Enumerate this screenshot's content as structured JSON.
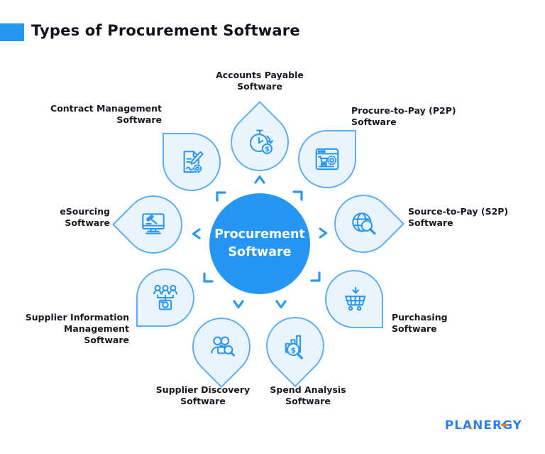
{
  "title": "Types of Procurement Software",
  "center": {
    "label": "Procurement\nSoftware"
  },
  "nodes": [
    {
      "id": "accounts-payable",
      "label": "Accounts Payable\nSoftware",
      "icon": "stopwatch-dollar-icon"
    },
    {
      "id": "procure-to-pay",
      "label": "Procure-to-Pay (P2P)\nSoftware",
      "icon": "browser-cart-gear-icon"
    },
    {
      "id": "source-to-pay",
      "label": "Source-to-Pay (S2P)\nSoftware",
      "icon": "globe-magnifier-icon"
    },
    {
      "id": "purchasing",
      "label": "Purchasing\nSoftware",
      "icon": "cart-download-icon"
    },
    {
      "id": "spend-analysis",
      "label": "Spend Analysis\nSoftware",
      "icon": "chart-magnifier-dollar-icon"
    },
    {
      "id": "supplier-discovery",
      "label": "Supplier Discovery\nSoftware",
      "icon": "people-search-icon"
    },
    {
      "id": "supplier-information-management",
      "label": "Supplier Information\nManagement\nSoftware",
      "icon": "org-chart-icon"
    },
    {
      "id": "esourcing",
      "label": "eSourcing\nSoftware",
      "icon": "monitor-gavel-icon"
    },
    {
      "id": "contract-management",
      "label": "Contract Management\nSoftware",
      "icon": "document-pen-gear-icon"
    }
  ],
  "markers": [
    "chevron-up",
    "corner-top-right",
    "chevron-right",
    "corner-bottom-right",
    "chevron-down",
    "chevron-down",
    "corner-bottom-left",
    "chevron-left",
    "corner-top-left"
  ],
  "logo": {
    "text": "PLANERGY",
    "trademark": "™"
  },
  "colors": {
    "accent": "#2597f3",
    "icon_stroke": "#2b97f3",
    "petal_fill": "#e9f4fd",
    "petal_border": "#5fadf5",
    "text": "#17191f",
    "logo_blue": "#2c7ff0",
    "logo_orange": "#f08224"
  }
}
